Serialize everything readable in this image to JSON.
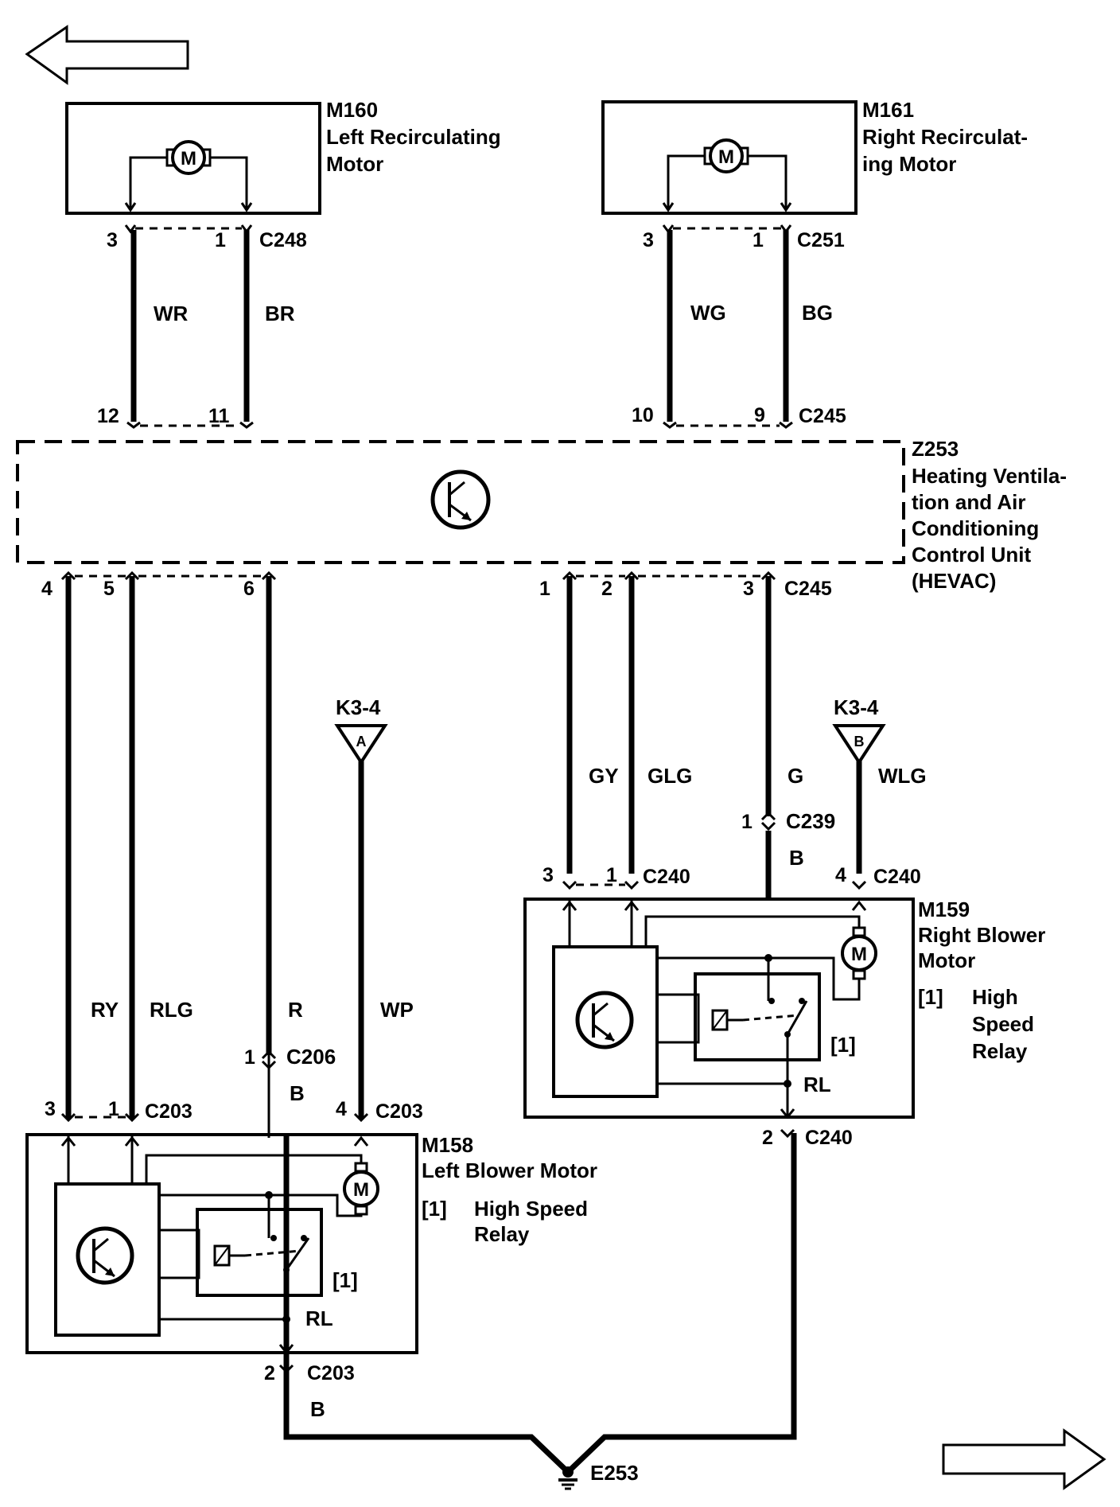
{
  "arrows": {
    "left": "left-arrow-icon",
    "right": "right-arrow-icon"
  },
  "m160": {
    "id": "M160",
    "name_line1": "Left Recirculating",
    "name_line2": "Motor"
  },
  "m161": {
    "id": "M161",
    "name_line1": "Right Recirculat-",
    "name_line2": "ing Motor"
  },
  "c248": {
    "id": "C248",
    "pin_left": "3",
    "pin_right": "1"
  },
  "c251": {
    "id": "C251",
    "pin_left": "3",
    "pin_right": "1"
  },
  "wires_top": {
    "wr": "WR",
    "br": "BR",
    "wg": "WG",
    "bg": "BG"
  },
  "c245_top": {
    "id": "C245",
    "p12": "12",
    "p11": "11",
    "p10": "10",
    "p9": "9"
  },
  "z253": {
    "id": "Z253",
    "line1": "Heating Ventila-",
    "line2": "tion and Air",
    "line3": "Conditioning",
    "line4": "Control Unit",
    "line5": "(HEVAC)"
  },
  "c245_bottom": {
    "id": "C245",
    "p4": "4",
    "p5": "5",
    "p6": "6",
    "p1": "1",
    "p2": "2",
    "p3": "3"
  },
  "k3_4": {
    "label_a": "K3-4",
    "letter_a": "A",
    "label_b": "K3-4",
    "letter_b": "B"
  },
  "wires_mid": {
    "ry": "RY",
    "rlg": "RLG",
    "r": "R",
    "wp": "WP",
    "gy": "GY",
    "glg": "GLG",
    "g": "G",
    "wlg": "WLG"
  },
  "c206": {
    "id": "C206",
    "pin": "1",
    "wire": "B"
  },
  "c239": {
    "id": "C239",
    "pin": "1",
    "wire": "B"
  },
  "c203_top": {
    "id_a": "C203",
    "id_b": "C203",
    "p3": "3",
    "p1": "1",
    "p4": "4"
  },
  "c240_top": {
    "id_a": "C240",
    "id_b": "C240",
    "p3": "3",
    "p1": "1",
    "p4": "4"
  },
  "m158": {
    "id": "M158",
    "name": "Left Blower Motor",
    "ref": "[1]",
    "relay_line1": "High Speed",
    "relay_line2": "Relay",
    "relay_ref": "[1]",
    "wire_rl": "RL"
  },
  "m159": {
    "id": "M159",
    "name_line1": "Right Blower",
    "name_line2": "Motor",
    "ref": "[1]",
    "relay_line1": "High",
    "relay_line2": "Speed",
    "relay_line3": "Relay",
    "relay_ref": "[1]",
    "wire_rl": "RL"
  },
  "c203_bottom": {
    "id": "C203",
    "pin": "2",
    "wire": "B"
  },
  "c240_bottom": {
    "id": "C240",
    "pin": "2"
  },
  "e253": {
    "id": "E253"
  },
  "motor_symbol": "M"
}
